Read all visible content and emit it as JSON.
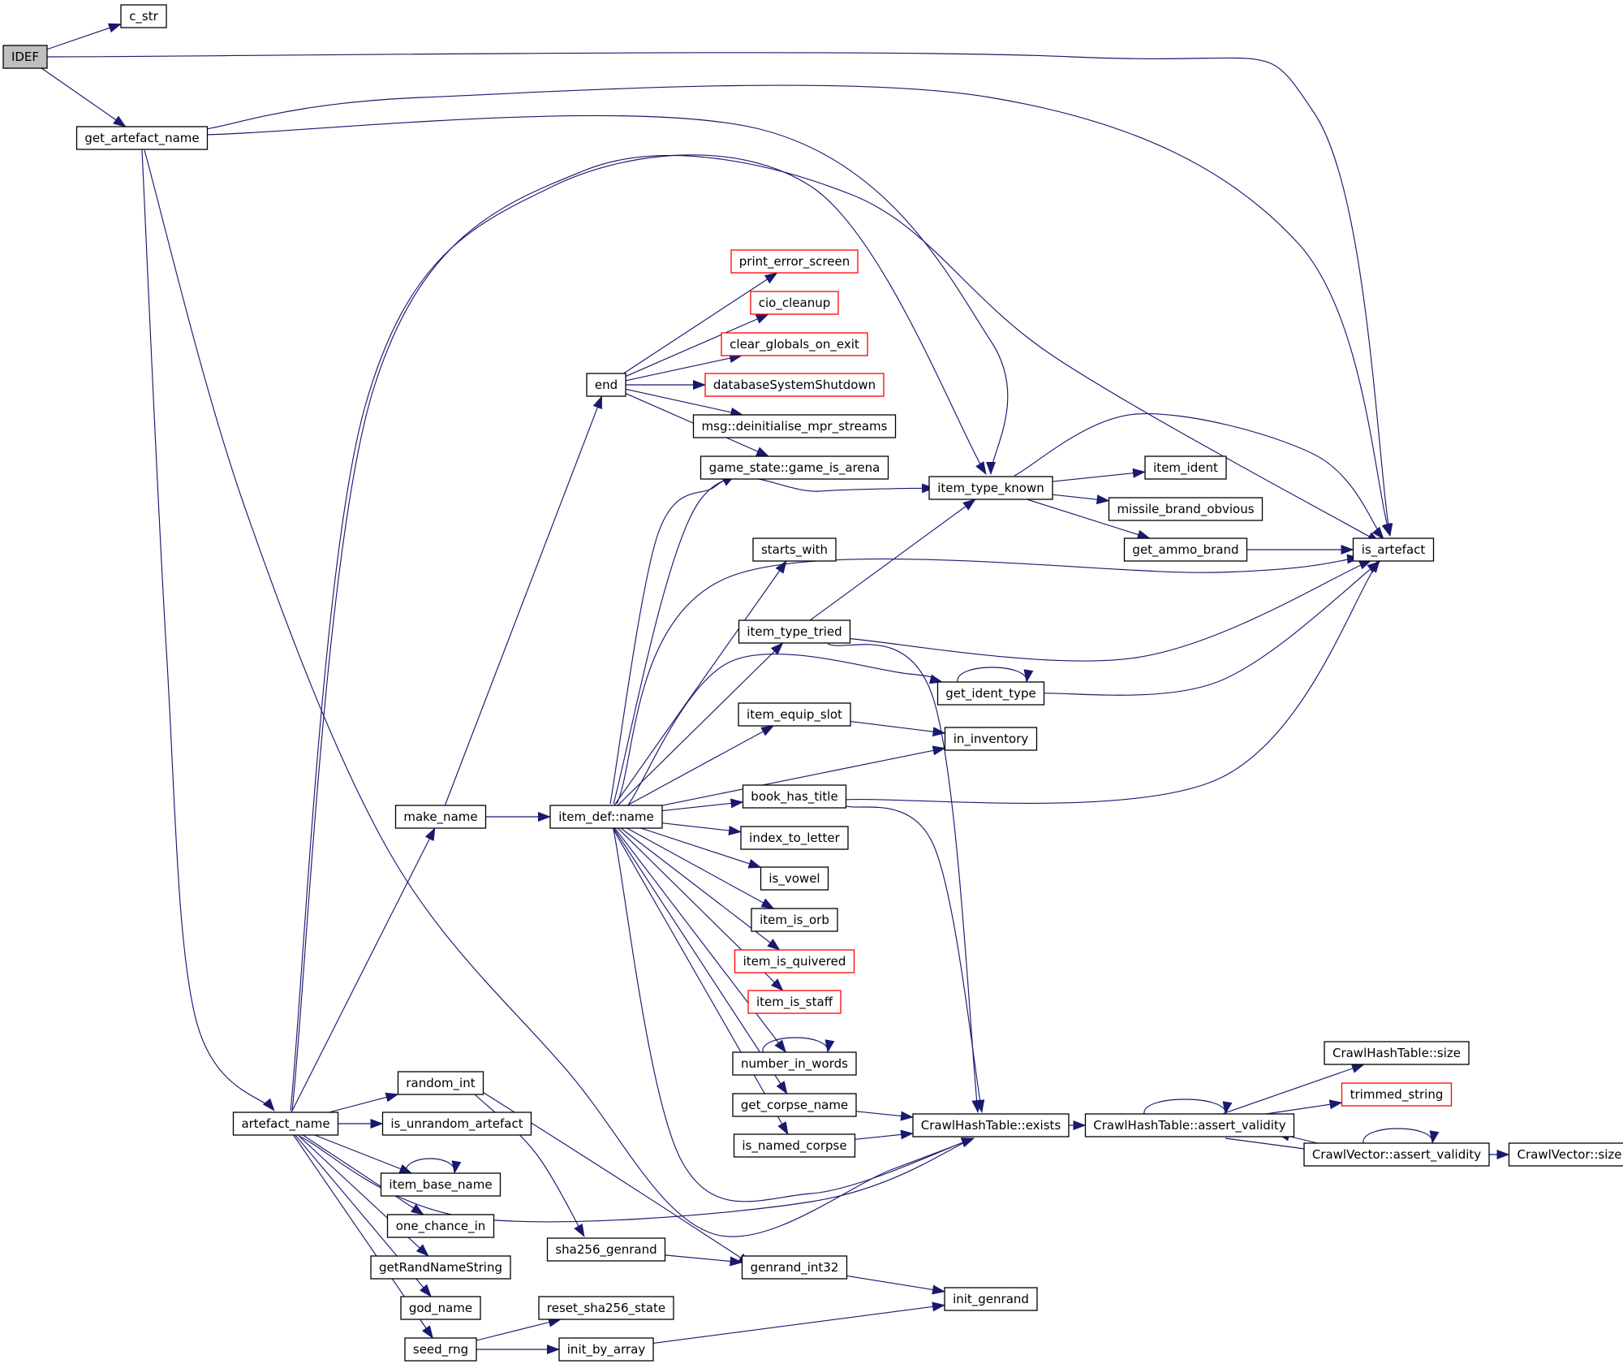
{
  "diagram": {
    "type": "call-graph",
    "colors": {
      "edge": "#191970",
      "node_fill": "#ffffff",
      "node_border": "#000000",
      "root_fill": "#bfbfbf",
      "truncated_border": "#ff0000"
    },
    "nodes": [
      {
        "id": "IDEF",
        "label": "IDEF",
        "style": "root"
      },
      {
        "id": "c_str",
        "label": "c_str",
        "style": "normal"
      },
      {
        "id": "get_artefact_name",
        "label": "get_artefact_name",
        "style": "normal"
      },
      {
        "id": "artefact_name",
        "label": "artefact_name",
        "style": "normal"
      },
      {
        "id": "make_name",
        "label": "make_name",
        "style": "normal"
      },
      {
        "id": "random_int",
        "label": "random_int",
        "style": "normal"
      },
      {
        "id": "is_unrandom_artefact",
        "label": "is_unrandom_artefact",
        "style": "normal"
      },
      {
        "id": "item_base_name",
        "label": "item_base_name",
        "style": "normal"
      },
      {
        "id": "one_chance_in",
        "label": "one_chance_in",
        "style": "normal"
      },
      {
        "id": "getRandNameString",
        "label": "getRandNameString",
        "style": "normal"
      },
      {
        "id": "god_name",
        "label": "god_name",
        "style": "normal"
      },
      {
        "id": "seed_rng",
        "label": "seed_rng",
        "style": "normal"
      },
      {
        "id": "end",
        "label": "end",
        "style": "normal"
      },
      {
        "id": "item_def_name",
        "label": "item_def::name",
        "style": "normal"
      },
      {
        "id": "sha256_genrand",
        "label": "sha256_genrand",
        "style": "normal"
      },
      {
        "id": "reset_sha256_state",
        "label": "reset_sha256_state",
        "style": "normal"
      },
      {
        "id": "init_by_array",
        "label": "init_by_array",
        "style": "normal"
      },
      {
        "id": "print_error_screen",
        "label": "print_error_screen",
        "style": "truncated"
      },
      {
        "id": "cio_cleanup",
        "label": "cio_cleanup",
        "style": "truncated"
      },
      {
        "id": "clear_globals_on_exit",
        "label": "clear_globals_on_exit",
        "style": "truncated"
      },
      {
        "id": "databaseSystemShutdown",
        "label": "databaseSystemShutdown",
        "style": "truncated"
      },
      {
        "id": "msg_deinitialise",
        "label": "msg::deinitialise_mpr_streams",
        "style": "normal"
      },
      {
        "id": "game_is_arena",
        "label": "game_state::game_is_arena",
        "style": "normal"
      },
      {
        "id": "starts_with",
        "label": "starts_with",
        "style": "normal"
      },
      {
        "id": "item_type_tried",
        "label": "item_type_tried",
        "style": "normal"
      },
      {
        "id": "item_equip_slot",
        "label": "item_equip_slot",
        "style": "normal"
      },
      {
        "id": "book_has_title",
        "label": "book_has_title",
        "style": "normal"
      },
      {
        "id": "index_to_letter",
        "label": "index_to_letter",
        "style": "normal"
      },
      {
        "id": "is_vowel",
        "label": "is_vowel",
        "style": "normal"
      },
      {
        "id": "item_is_orb",
        "label": "item_is_orb",
        "style": "normal"
      },
      {
        "id": "item_is_quivered",
        "label": "item_is_quivered",
        "style": "truncated"
      },
      {
        "id": "item_is_staff",
        "label": "item_is_staff",
        "style": "truncated"
      },
      {
        "id": "number_in_words",
        "label": "number_in_words",
        "style": "normal"
      },
      {
        "id": "get_corpse_name",
        "label": "get_corpse_name",
        "style": "normal"
      },
      {
        "id": "is_named_corpse",
        "label": "is_named_corpse",
        "style": "normal"
      },
      {
        "id": "genrand_int32",
        "label": "genrand_int32",
        "style": "normal"
      },
      {
        "id": "item_type_known",
        "label": "item_type_known",
        "style": "normal"
      },
      {
        "id": "get_ident_type",
        "label": "get_ident_type",
        "style": "normal"
      },
      {
        "id": "in_inventory",
        "label": "in_inventory",
        "style": "normal"
      },
      {
        "id": "crawlhash_exists",
        "label": "CrawlHashTable::exists",
        "style": "normal"
      },
      {
        "id": "init_genrand",
        "label": "init_genrand",
        "style": "normal"
      },
      {
        "id": "item_ident",
        "label": "item_ident",
        "style": "normal"
      },
      {
        "id": "missile_brand_obvious",
        "label": "missile_brand_obvious",
        "style": "normal"
      },
      {
        "id": "get_ammo_brand",
        "label": "get_ammo_brand",
        "style": "normal"
      },
      {
        "id": "crawlhash_assert",
        "label": "CrawlHashTable::assert_validity",
        "style": "normal"
      },
      {
        "id": "is_artefact",
        "label": "is_artefact",
        "style": "normal"
      },
      {
        "id": "crawlhash_size",
        "label": "CrawlHashTable::size",
        "style": "normal"
      },
      {
        "id": "trimmed_string",
        "label": "trimmed_string",
        "style": "truncated"
      },
      {
        "id": "crawlvector_assert",
        "label": "CrawlVector::assert_validity",
        "style": "normal"
      },
      {
        "id": "crawlvector_size",
        "label": "CrawlVector::size",
        "style": "normal"
      }
    ],
    "edges": [
      [
        "IDEF",
        "c_str"
      ],
      [
        "IDEF",
        "get_artefact_name"
      ],
      [
        "IDEF",
        "is_artefact"
      ],
      [
        "get_artefact_name",
        "artefact_name"
      ],
      [
        "get_artefact_name",
        "item_type_known"
      ],
      [
        "get_artefact_name",
        "is_artefact"
      ],
      [
        "get_artefact_name",
        "crawlhash_exists"
      ],
      [
        "artefact_name",
        "make_name"
      ],
      [
        "artefact_name",
        "random_int"
      ],
      [
        "artefact_name",
        "is_unrandom_artefact"
      ],
      [
        "artefact_name",
        "item_base_name"
      ],
      [
        "artefact_name",
        "one_chance_in"
      ],
      [
        "artefact_name",
        "getRandNameString"
      ],
      [
        "artefact_name",
        "god_name"
      ],
      [
        "artefact_name",
        "seed_rng"
      ],
      [
        "artefact_name",
        "item_type_known"
      ],
      [
        "artefact_name",
        "is_artefact"
      ],
      [
        "artefact_name",
        "crawlhash_exists"
      ],
      [
        "make_name",
        "end"
      ],
      [
        "make_name",
        "item_def_name"
      ],
      [
        "random_int",
        "sha256_genrand"
      ],
      [
        "random_int",
        "genrand_int32"
      ],
      [
        "item_base_name",
        "item_base_name"
      ],
      [
        "seed_rng",
        "reset_sha256_state"
      ],
      [
        "seed_rng",
        "init_by_array"
      ],
      [
        "end",
        "print_error_screen"
      ],
      [
        "end",
        "cio_cleanup"
      ],
      [
        "end",
        "clear_globals_on_exit"
      ],
      [
        "end",
        "databaseSystemShutdown"
      ],
      [
        "end",
        "msg_deinitialise"
      ],
      [
        "end",
        "game_is_arena"
      ],
      [
        "item_def_name",
        "game_is_arena"
      ],
      [
        "item_def_name",
        "item_type_known"
      ],
      [
        "item_def_name",
        "starts_with"
      ],
      [
        "item_def_name",
        "is_artefact"
      ],
      [
        "item_def_name",
        "item_type_tried"
      ],
      [
        "item_def_name",
        "get_ident_type"
      ],
      [
        "item_def_name",
        "item_equip_slot"
      ],
      [
        "item_def_name",
        "in_inventory"
      ],
      [
        "item_def_name",
        "book_has_title"
      ],
      [
        "item_def_name",
        "index_to_letter"
      ],
      [
        "item_def_name",
        "is_vowel"
      ],
      [
        "item_def_name",
        "item_is_orb"
      ],
      [
        "item_def_name",
        "item_is_quivered"
      ],
      [
        "item_def_name",
        "item_is_staff"
      ],
      [
        "item_def_name",
        "number_in_words"
      ],
      [
        "item_def_name",
        "get_corpse_name"
      ],
      [
        "item_def_name",
        "is_named_corpse"
      ],
      [
        "item_def_name",
        "crawlhash_exists"
      ],
      [
        "sha256_genrand",
        "genrand_int32"
      ],
      [
        "init_by_array",
        "init_genrand"
      ],
      [
        "item_type_tried",
        "item_type_known"
      ],
      [
        "item_type_tried",
        "is_artefact"
      ],
      [
        "item_type_tried",
        "crawlhash_exists"
      ],
      [
        "get_ident_type",
        "get_ident_type"
      ],
      [
        "get_ident_type",
        "is_artefact"
      ],
      [
        "item_equip_slot",
        "in_inventory"
      ],
      [
        "book_has_title",
        "is_artefact"
      ],
      [
        "book_has_title",
        "crawlhash_exists"
      ],
      [
        "number_in_words",
        "number_in_words"
      ],
      [
        "get_corpse_name",
        "crawlhash_exists"
      ],
      [
        "is_named_corpse",
        "crawlhash_exists"
      ],
      [
        "genrand_int32",
        "init_genrand"
      ],
      [
        "item_type_known",
        "item_ident"
      ],
      [
        "item_type_known",
        "missile_brand_obvious"
      ],
      [
        "item_type_known",
        "get_ammo_brand"
      ],
      [
        "item_type_known",
        "is_artefact"
      ],
      [
        "get_ammo_brand",
        "is_artefact"
      ],
      [
        "crawlhash_exists",
        "crawlhash_assert"
      ],
      [
        "crawlhash_assert",
        "crawlhash_assert"
      ],
      [
        "crawlhash_assert",
        "crawlhash_size"
      ],
      [
        "crawlhash_assert",
        "trimmed_string"
      ],
      [
        "crawlhash_assert",
        "crawlvector_assert"
      ],
      [
        "crawlvector_assert",
        "crawlhash_assert"
      ],
      [
        "crawlvector_assert",
        "crawlvector_assert"
      ],
      [
        "crawlvector_assert",
        "crawlvector_size"
      ]
    ]
  }
}
